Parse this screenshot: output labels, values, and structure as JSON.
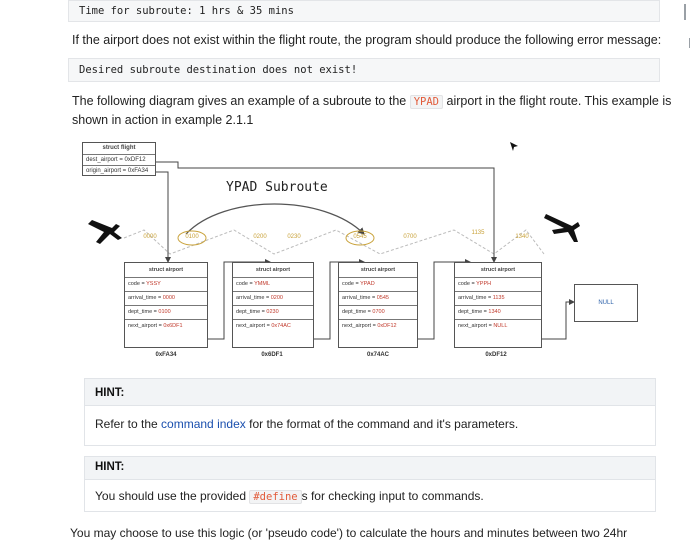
{
  "time_line": "Time for subroute: 1 hrs & 35 mins",
  "error_intro": "If the airport does not exist within the flight route, the program should produce the following error message:",
  "error_message": "Desired subroute destination does not exist!",
  "diagram_intro_before": "The following diagram gives an example of a subroute to the",
  "diagram_intro_code": "YPAD",
  "diagram_intro_after": "airport in the flight route. This example is",
  "diagram_intro_line2": "shown in action in example 2.1.1",
  "diagram": {
    "subroute_label": "YPAD Subroute",
    "struct_flight": {
      "title": "struct flight",
      "rows": [
        "dest_airport = 0xDF12",
        "origin_airport = 0xFA34"
      ]
    },
    "airports": [
      {
        "title": "struct airport",
        "rows": [
          [
            "code = ",
            "YSSY"
          ],
          [
            "arrival_time = ",
            "0000"
          ],
          [
            "dept_time = ",
            "0100"
          ],
          [
            "next_airport = ",
            "0x6DF1"
          ]
        ],
        "address": "0xFA34"
      },
      {
        "title": "struct airport",
        "rows": [
          [
            "code = ",
            "YMML"
          ],
          [
            "arrival_time = ",
            "0200"
          ],
          [
            "dept_time = ",
            "0230"
          ],
          [
            "next_airport = ",
            "0x74AC"
          ]
        ],
        "address": "0x6DF1"
      },
      {
        "title": "struct airport",
        "rows": [
          [
            "code = ",
            "YPAD"
          ],
          [
            "arrival_time = ",
            "0545"
          ],
          [
            "dept_time = ",
            "0700"
          ],
          [
            "next_airport = ",
            "0xDF12"
          ]
        ],
        "address": "0x74AC"
      },
      {
        "title": "struct airport",
        "rows": [
          [
            "code = ",
            "YPPH"
          ],
          [
            "arrival_time = ",
            "1135"
          ],
          [
            "dept_time = ",
            "1340"
          ],
          [
            "next_airport = ",
            "NULL"
          ]
        ],
        "address": "0xDF12"
      }
    ],
    "time_chips": [
      "0000",
      "0100",
      "0200",
      "0230",
      "0545",
      "0700",
      "1135",
      "1340"
    ],
    "null_label": "NULL"
  },
  "hint1": {
    "title": "HINT:",
    "body_before": "Refer to the",
    "link": "command index",
    "body_after": "for the format of the command and it's parameters."
  },
  "hint2": {
    "title": "HINT:",
    "body_before": "You should use the provided",
    "code": "#define",
    "body_after": "s for checking input to commands."
  },
  "bottom_line": "You may choose to use this logic (or 'pseudo code') to calculate the hours and minutes between two 24hr"
}
